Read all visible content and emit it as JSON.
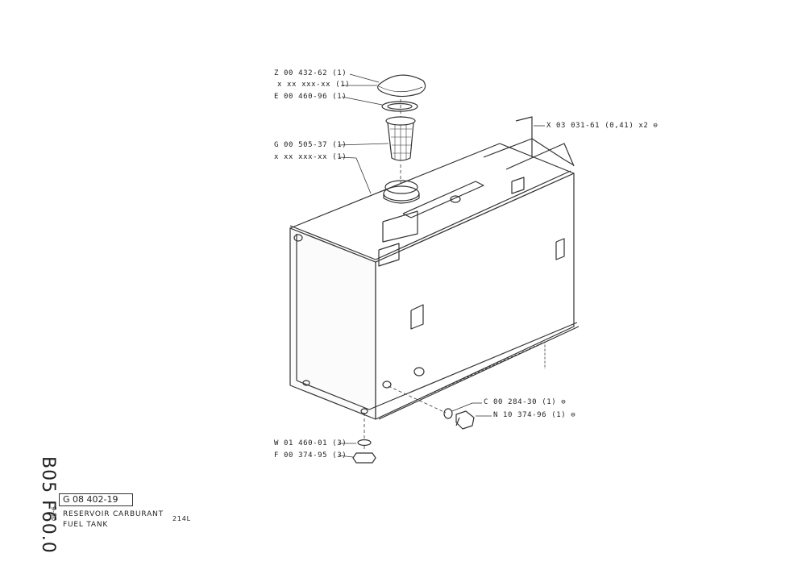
{
  "sheet": {
    "ref_code": "B05 F60.0",
    "date_code": "9-80",
    "drawing_number": "G 08 402-19",
    "title_fr": "RESERVOIR CARBURANT",
    "title_en": "FUEL TANK",
    "variant": "214L"
  },
  "callouts": {
    "cap": "Z 00 432-62 (1)",
    "cap_sub": "x xx xxx-xx (1)",
    "seal": "E 00 460-96 (1)",
    "strainer": "G 00 505-37 (1)",
    "neck": "x xx xxx-xx (1)",
    "bracket": "X 03 031-61 (0,41) x2 ⊖",
    "washer_drain": "C 00 284-30 (1) ⊖",
    "drain_plug": "N 10 374-96 (1) ⊖",
    "washer_bottom": "W 01 460-01 (3)",
    "nut_bottom": "F 00 374-95 (3)"
  }
}
